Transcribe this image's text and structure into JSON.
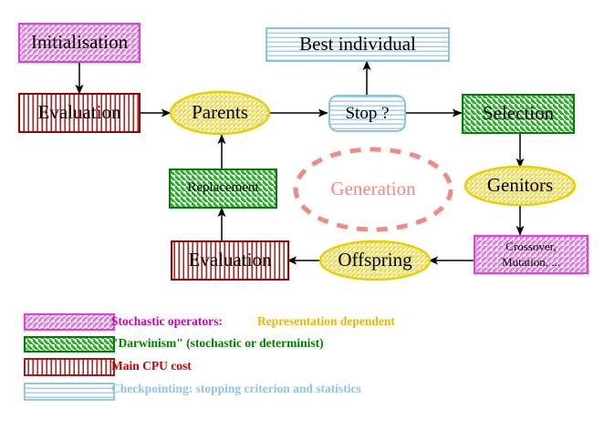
{
  "title": "Evolutionary Algorithm Generation Loop Diagram",
  "colors": {
    "magenta": "#e040e0",
    "magenta_fill": "#f7ddf7",
    "green": "#008000",
    "green_fill": "#dff0df",
    "darkred": "#a00000",
    "darkred_fill": "#f7dede",
    "lightblue": "#7fbde0",
    "lightblue_fill": "#e4f1fa",
    "yellow": "#e8d000",
    "yellow_fill": "#fbf6c8",
    "salmon": "#ef8a85",
    "gold_text": "#e8b800",
    "magenta_text": "#d400a8",
    "black": "#000000",
    "white": "#ffffff"
  },
  "nodes": {
    "initialisation": {
      "label": "Initialisation",
      "fill": "magenta-hatch"
    },
    "evaluation_top": {
      "label": "Evaluation",
      "fill": "darkred-vlines"
    },
    "parents": {
      "label": "Parents",
      "fill": "yellow-hatch"
    },
    "stop": {
      "label": "Stop ?",
      "fill": "lightblue-hlines"
    },
    "best_individual": {
      "label": "Best individual",
      "fill": "lightblue-hlines"
    },
    "selection": {
      "label": "Selection",
      "fill": "green-hatch"
    },
    "genitors": {
      "label": "Genitors",
      "fill": "yellow-hatch"
    },
    "crossover_mutation": {
      "label": "Crossover,\nMutation, ...",
      "fill": "magenta-hatch"
    },
    "offspring": {
      "label": "Offspring",
      "fill": "yellow-hatch"
    },
    "evaluation_bottom": {
      "label": "Evaluation",
      "fill": "darkred-vlines"
    },
    "replacement": {
      "label": "Replacement",
      "fill": "green-hatch"
    },
    "generation": {
      "label": "Generation",
      "fill": "none-dashed"
    }
  },
  "legend": [
    {
      "swatch": "magenta-hatch",
      "text_primary": "Stochastic operators:",
      "text_secondary": "Representation dependent",
      "color_primary": "#d400a8",
      "color_secondary": "#e8b800"
    },
    {
      "swatch": "green-hatch",
      "text_primary": "\"Darwinism\" (stochastic or determinist)",
      "text_secondary": "",
      "color_primary": "#008000",
      "color_secondary": ""
    },
    {
      "swatch": "darkred-vlines",
      "text_primary": "Main CPU cost",
      "text_secondary": "",
      "color_primary": "#cc0000",
      "color_secondary": ""
    },
    {
      "swatch": "lightblue-hlines",
      "text_primary": "Checkpointing: stopping criterion and statistics",
      "text_secondary": "",
      "color_primary": "#8fc4e8",
      "color_secondary": ""
    }
  ]
}
